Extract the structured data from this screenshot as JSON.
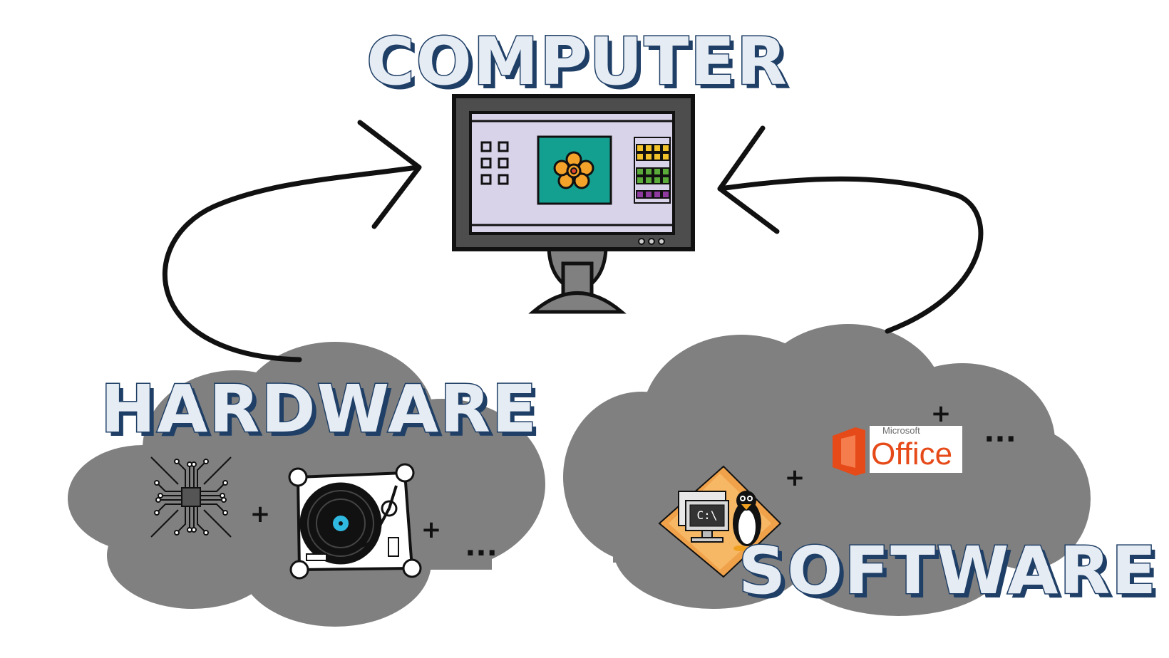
{
  "titles": {
    "computer": "COMPUTER",
    "hardware": "HARDWARE",
    "software": "SOFTWARE"
  },
  "hardware_cloud": {
    "plus_1": "+",
    "plus_2": "+",
    "ellipsis": "...",
    "items": [
      "cpu-chip-icon",
      "turntable-icon"
    ]
  },
  "software_cloud": {
    "plus_1": "+",
    "plus_2": "+",
    "ellipsis": "...",
    "office_brand": "Microsoft",
    "office_name": "Office",
    "command_prompt": "C:\\"
  },
  "colors": {
    "title_fill": "#e6ecf4",
    "title_outline": "#1f3f66",
    "cloud": "#808080",
    "monitor_frame": "#4d4d4d",
    "screen_bg": "#d9d3ea",
    "flower_panel": "#14a090",
    "flower": "#f3a32a"
  }
}
